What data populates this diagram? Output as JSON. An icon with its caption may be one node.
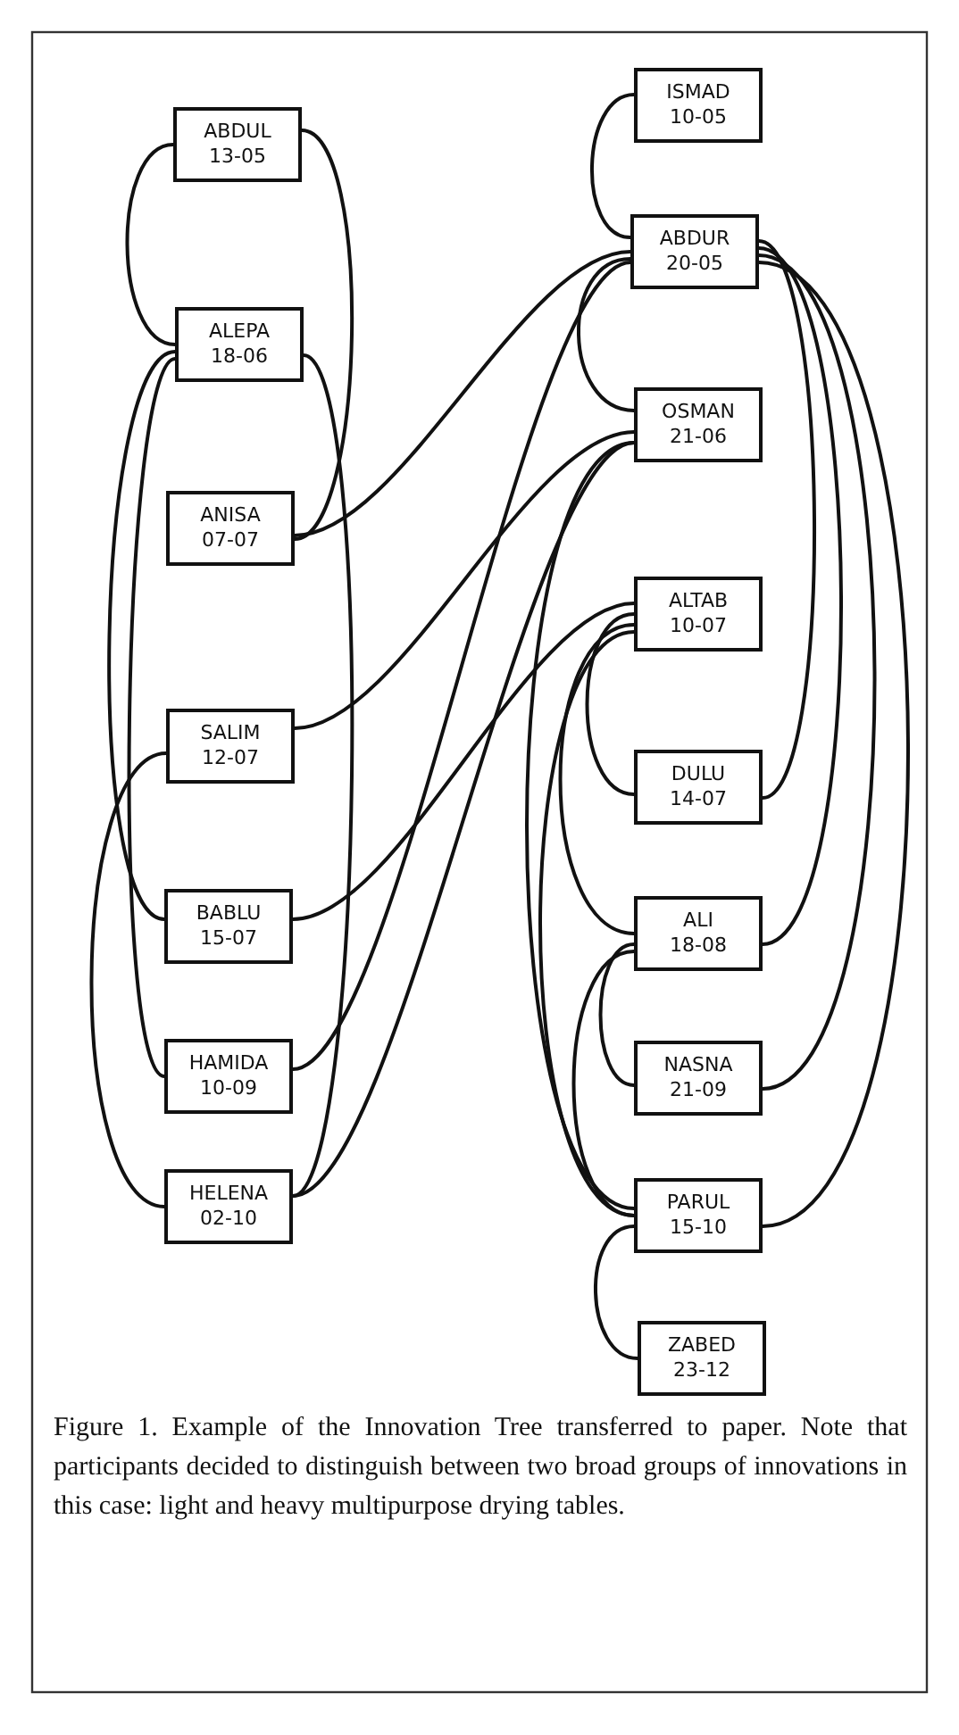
{
  "diagram": {
    "caption": "Figure 1. Example of the Innovation Tree transferred to paper. Note that participants decided to distinguish between two broad groups of innovations in this case: light and heavy multipurpose drying tables.",
    "nodes": [
      {
        "text": [
          "ABDUL",
          "13-05"
        ]
      },
      {
        "text": [
          "ALEPA",
          "18-06"
        ]
      },
      {
        "text": [
          "ANISA",
          "07-07"
        ]
      },
      {
        "text": [
          "SALIM",
          "12-07"
        ]
      },
      {
        "text": [
          "BABLU",
          "15-07"
        ]
      },
      {
        "text": [
          "HAMIDA",
          "10-09"
        ]
      },
      {
        "text": [
          "HELENA",
          "02-10"
        ]
      },
      {
        "text": [
          "ISMAD",
          "10-05"
        ]
      },
      {
        "text": [
          "ABDUR",
          "20-05"
        ]
      },
      {
        "text": [
          "OSMAN",
          "21-06"
        ]
      },
      {
        "text": [
          "ALTAB",
          "10-07"
        ]
      },
      {
        "text": [
          "DULU",
          "14-07"
        ]
      },
      {
        "text": [
          "ALI",
          "18-08"
        ]
      },
      {
        "text": [
          "NASNA",
          "21-09"
        ]
      },
      {
        "text": [
          "PARUL",
          "15-10"
        ]
      },
      {
        "text": [
          "ZABED",
          "23-12"
        ]
      }
    ],
    "edges": [
      {
        "from": 0,
        "to": 1,
        "arrow": "none"
      },
      {
        "from": 0,
        "to": 2,
        "arrow": "none"
      },
      {
        "from": 1,
        "to": 4,
        "arrow": "none"
      },
      {
        "from": 1,
        "to": 5,
        "arrow": "none"
      },
      {
        "from": 1,
        "to": 6,
        "arrow": "none"
      },
      {
        "from": 2,
        "to": 8,
        "arrow": "none"
      },
      {
        "from": 3,
        "to": 9,
        "arrow": "none"
      },
      {
        "from": 3,
        "to": 6,
        "arrow": "none"
      },
      {
        "from": 4,
        "to": 10,
        "arrow": "none"
      },
      {
        "from": 5,
        "to": 8,
        "arrow": "none"
      },
      {
        "from": 6,
        "to": 9,
        "arrow": "none"
      },
      {
        "from": 7,
        "to": 8,
        "arrow": "none"
      },
      {
        "from": 8,
        "to": 9,
        "arrow": "none"
      },
      {
        "from": 8,
        "to": 11,
        "arrow": "none"
      },
      {
        "from": 8,
        "to": 12,
        "arrow": "none"
      },
      {
        "from": 8,
        "to": 13,
        "arrow": "none"
      },
      {
        "from": 8,
        "to": 14,
        "arrow": "none"
      },
      {
        "from": 10,
        "to": 11,
        "arrow": "none"
      },
      {
        "from": 10,
        "to": 12,
        "arrow": "none"
      },
      {
        "from": 10,
        "to": 14,
        "arrow": "none"
      },
      {
        "from": 12,
        "to": 13,
        "arrow": "none"
      },
      {
        "from": 12,
        "to": 14,
        "arrow": "none"
      },
      {
        "from": 14,
        "to": 15,
        "arrow": "none"
      },
      {
        "from": 9,
        "to": 14,
        "arrow": "none"
      }
    ]
  }
}
